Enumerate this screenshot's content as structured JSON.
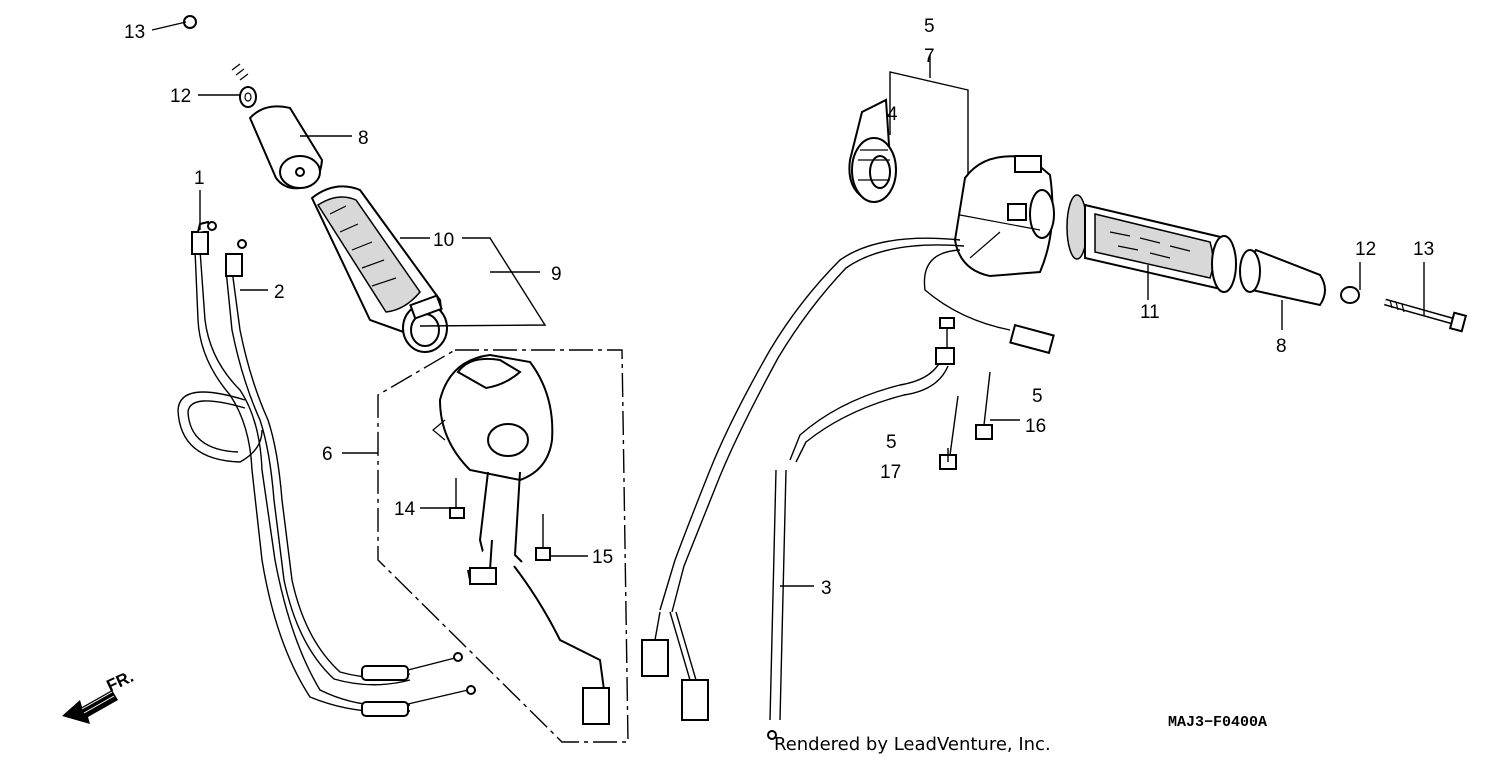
{
  "diagram": {
    "part_labels": {
      "p1": "1",
      "p2": "2",
      "p3": "3",
      "p4": "4",
      "p5_top": "5",
      "p7": "7",
      "p5_a": "5",
      "p5_b": "5",
      "p6": "6",
      "p8_left": "8",
      "p8_right": "8",
      "p9": "9",
      "p10": "10",
      "p11": "11",
      "p12_left": "12",
      "p12_right": "12",
      "p13_left": "13",
      "p13_right": "13",
      "p14": "14",
      "p15": "15",
      "p16": "16",
      "p17": "17"
    },
    "front_arrow_label": "FR.",
    "diagram_code": "MAJ3−F0400A",
    "credit": "Rendered by LeadVenture, Inc."
  }
}
